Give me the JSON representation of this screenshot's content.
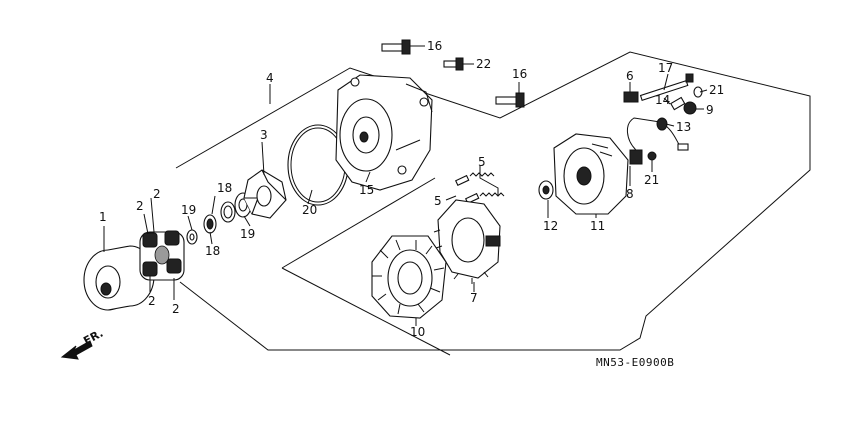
{
  "diagram": {
    "code": "MN53-E0900B",
    "direction_label": "FR.",
    "callouts": [
      "1",
      "2",
      "2",
      "2",
      "2",
      "3",
      "4",
      "5",
      "5",
      "6",
      "7",
      "8",
      "9",
      "10",
      "11",
      "12",
      "13",
      "14",
      "15",
      "16",
      "16",
      "17",
      "18",
      "18",
      "19",
      "19",
      "20",
      "21",
      "21",
      "22"
    ]
  }
}
